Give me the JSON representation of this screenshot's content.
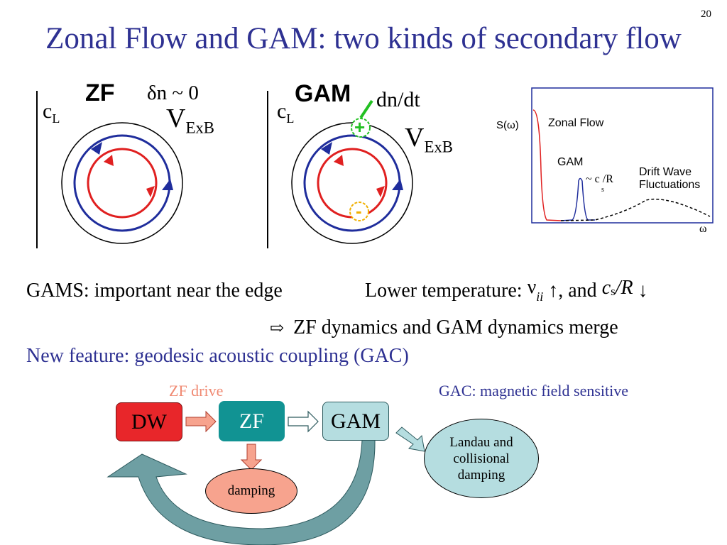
{
  "slide": {
    "page_number": "20",
    "title": "Zonal Flow and GAM: two kinds of secondary flow"
  },
  "zf_diagram": {
    "label": "ZF",
    "delta_n": "δn ~ 0",
    "cl_main": "c",
    "cl_sub": "L",
    "vexb_main": "V",
    "vexb_sub": "ExB"
  },
  "gam_diagram": {
    "label": "GAM",
    "dndt": "dn/dt",
    "cl_main": "c",
    "cl_sub": "L",
    "vexb_main": "V",
    "vexb_sub": "ExB",
    "plus": "+",
    "minus": "-"
  },
  "spectrum": {
    "y_label": "S(ω)",
    "zonal_flow": "Zonal Flow",
    "gam": "GAM",
    "gam_freq": "~ c /R",
    "gam_freq_sub": "s",
    "dw_line1": "Drift Wave",
    "dw_line2": "Fluctuations",
    "x_label": "ω"
  },
  "text": {
    "gams_note": "GAMS: important near the edge",
    "lower_temp": "Lower temperature:",
    "nu": "ν",
    "nu_sub": "ii",
    "up_arrow": "↑",
    "and_text": ", and",
    "cs": "c",
    "cs_sub": "s",
    "over_r": "/R",
    "down_arrow": "↓",
    "merge_arrow": "⇨",
    "merge": "ZF dynamics and GAM dynamics merge",
    "new_feature": "New feature: geodesic acoustic coupling (GAC)"
  },
  "flow_diagram": {
    "zf_drive": "ZF drive",
    "gac_note": "GAC: magnetic field sensitive",
    "dw": "DW",
    "zf": "ZF",
    "gam": "GAM",
    "damping": "damping",
    "landau_line1": "Landau and",
    "landau_line2": "collisional",
    "landau_line3": "damping"
  },
  "colors": {
    "title_blue": "#2e3192",
    "dw_red": "#e8262a",
    "zf_teal": "#119393",
    "gam_light": "#b5dde0",
    "damping_salmon": "#f7a38e",
    "landau_fill": "#b5dde0",
    "zf_drive_text": "#f08a73",
    "flow_red": "#e02020",
    "flow_blue": "#1f2d9c"
  }
}
